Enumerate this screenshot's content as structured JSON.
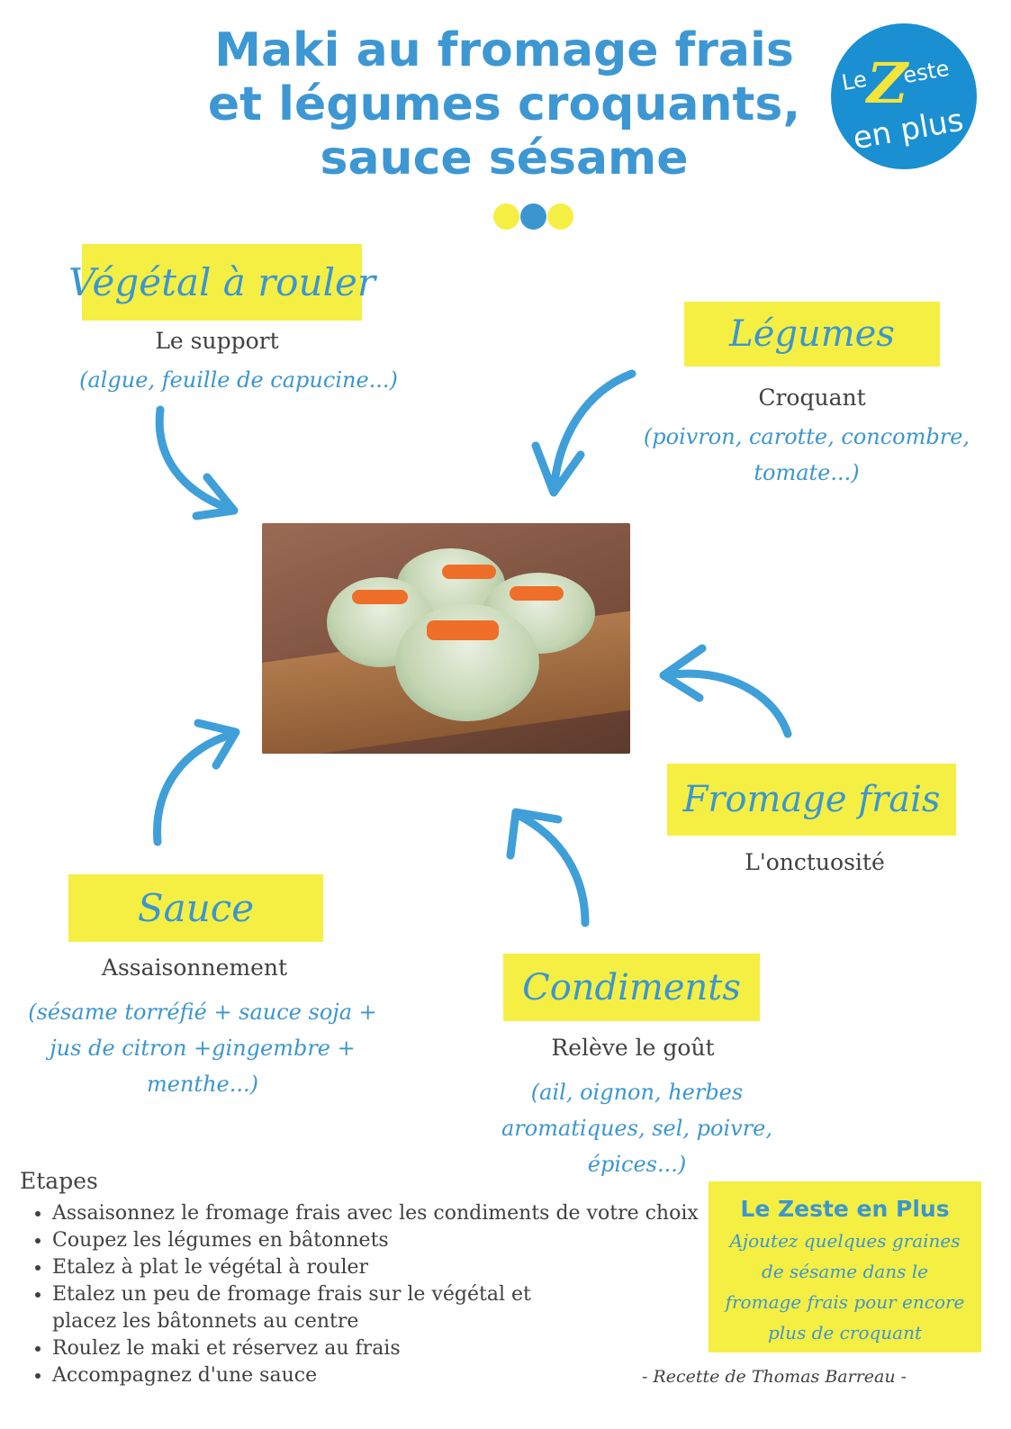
{
  "title": {
    "line1": "Maki au fromage frais",
    "line2": "et légumes croquants,",
    "line3": "sauce sésame"
  },
  "dots": [
    "#f5ef44",
    "#3b96cf",
    "#f5ef44"
  ],
  "logo": {
    "le": "Le",
    "z": "Z",
    "este": "este",
    "en_plus": "en plus"
  },
  "ingredients": {
    "vegetal": {
      "label": "Végétal à rouler",
      "subtitle": "Le support",
      "examples": "(algue, feuille de capucine...)"
    },
    "legumes": {
      "label": "Légumes",
      "subtitle": "Croquant",
      "examples_line1": "(poivron, carotte, concombre,",
      "examples_line2": "tomate...)"
    },
    "fromage": {
      "label": "Fromage frais",
      "subtitle": "L'onctuosité"
    },
    "sauce": {
      "label": "Sauce",
      "subtitle": "Assaisonnement",
      "examples_line1": "(sésame torréfié + sauce soja +",
      "examples_line2": "jus de citron +gingembre +",
      "examples_line3": "menthe...)"
    },
    "condiments": {
      "label": "Condiments",
      "subtitle": "Relève le goût",
      "examples_line1": "(ail, oignon, herbes",
      "examples_line2": "aromatiques, sel, poivre,",
      "examples_line3": "épices...)"
    }
  },
  "steps": {
    "title": "Etapes",
    "items": [
      "Assaisonnez le fromage frais avec les condiments de votre choix",
      "Coupez les légumes en bâtonnets",
      "Etalez à plat le végétal à rouler",
      "Etalez un peu de fromage frais sur le végétal et placez les bâtonnets au centre",
      "Roulez le maki et réservez au frais",
      "Accompagnez d'une sauce"
    ]
  },
  "tip": {
    "title": "Le Zeste en Plus",
    "body": "Ajoutez quelques graines de sésame dans le fromage frais pour encore plus de croquant"
  },
  "credit": "- Recette de Thomas Barreau -",
  "colors": {
    "blue": "#3b96cf",
    "yellow": "#f5ef44",
    "logo_blue": "#1a8fd1"
  },
  "icons": {
    "arrows": "hand-drawn-arrow-icon"
  }
}
